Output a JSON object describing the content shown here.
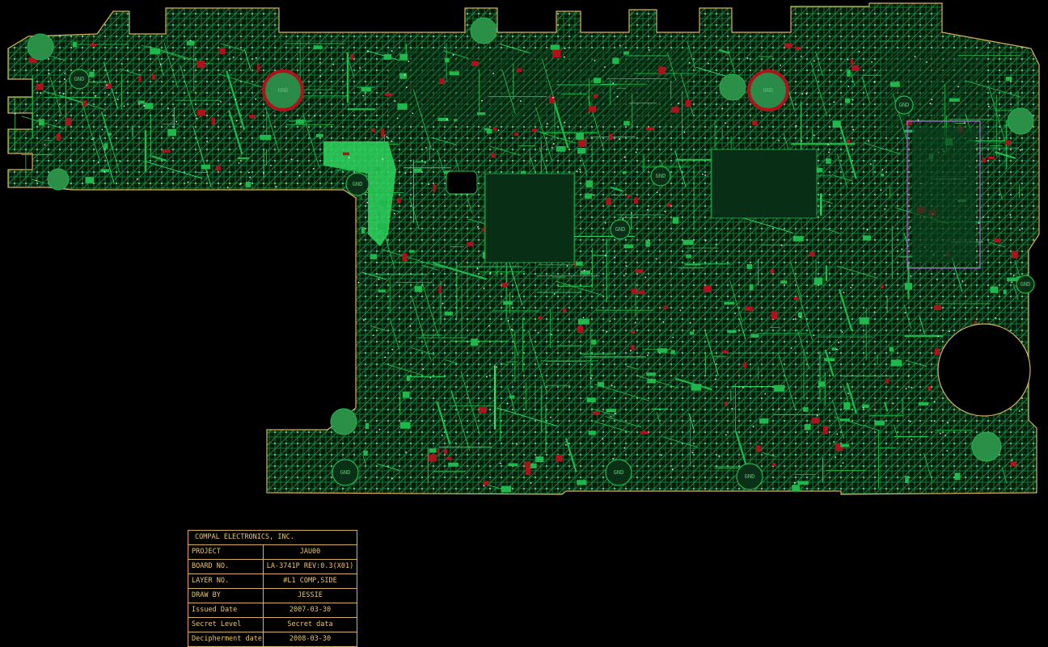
{
  "viewer": {
    "board_outline_color": "#d8b15a",
    "background_color": "#000000",
    "copper_color": "#1fb84a",
    "pad_color": "#b0121c",
    "via_color": "#d7ece1"
  },
  "board": {
    "hole_label": "GND",
    "large_holes": [
      "GND",
      "GND"
    ],
    "small_holes": [
      "GND",
      "GND",
      "GND",
      "GND",
      "GND",
      "GND",
      "GND",
      "GND",
      "GND"
    ]
  },
  "title_block": {
    "company": "COMPAL ELECTRONICS, INC.",
    "rows": [
      {
        "label": "PROJECT",
        "value": "JAU00"
      },
      {
        "label": "BOARD NO.",
        "value": "LA-3741P REV:0.3(X01)"
      },
      {
        "label": "LAYER NO.",
        "value": "#L1 COMP,SIDE"
      },
      {
        "label": "DRAW BY",
        "value": "JESSIE"
      },
      {
        "label": "Issued Date",
        "value": "2007-03-30"
      },
      {
        "label": "Secret Level",
        "value": "Secret data"
      },
      {
        "label": "Decipherment date",
        "value": "2008-03-30"
      }
    ]
  }
}
